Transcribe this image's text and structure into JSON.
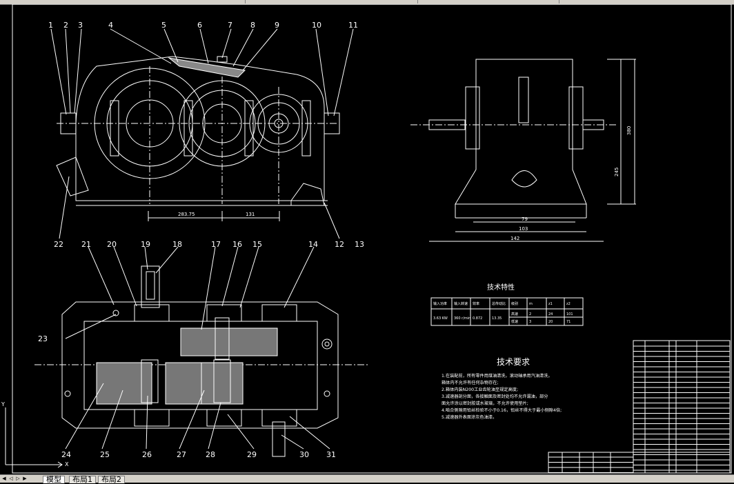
{
  "tabs": [
    {
      "label": "模型",
      "active": true
    },
    {
      "label": "布局1",
      "active": false
    },
    {
      "label": "布局2",
      "active": false
    }
  ],
  "callouts_top": [
    "1",
    "2",
    "3",
    "4",
    "5",
    "6",
    "7",
    "8",
    "9",
    "10",
    "11"
  ],
  "callouts_mid": [
    "22",
    "21",
    "20",
    "19",
    "18",
    "17",
    "16",
    "15",
    "14",
    "12",
    "13"
  ],
  "callouts_left": "23",
  "callouts_bottom": [
    "24",
    "25",
    "26",
    "27",
    "28",
    "29",
    "30",
    "31"
  ],
  "dims_front": [
    "283.75",
    "131"
  ],
  "dims_side": [
    "79",
    "103",
    "142",
    "380",
    "245"
  ],
  "tech_char": {
    "title": "技术特性",
    "headers": [
      "输入功率",
      "输入转速",
      "效率",
      "总传动比",
      "级别",
      "m",
      "z1",
      "z2"
    ],
    "row_values": [
      "3.63 KW",
      "360 r/min",
      "0.872",
      "13.35"
    ],
    "stages": [
      {
        "name": "高速",
        "m": "2",
        "z1": "24",
        "z2": "101"
      },
      {
        "name": "低速",
        "m": "3",
        "z1": "20",
        "z2": "71"
      }
    ]
  },
  "tech_req": {
    "title": "技术要求",
    "lines": [
      "1.在装配前，所有零件用煤油清洗，滚动轴承用汽油清洗，",
      "   箱体内不允许有任何杂物存在;",
      "2.箱体内装N200工业齿轮油至规定高度;",
      "3.减速器剖分面，各接触面及密封处均不允许漏油，部分",
      "   面允许涂以密封胶或水玻璃，不允许使用垫片;",
      "4.啮合侧隙用铅丝检验不小于0.16，铅丝不得大于最小侧隙4倍;",
      "5.减速器外表面涂灰色油漆。"
    ]
  },
  "colors": {
    "background": "#000000",
    "lines": "#ffffff",
    "accent": "#ff4040",
    "dimension": "#ffffff"
  }
}
